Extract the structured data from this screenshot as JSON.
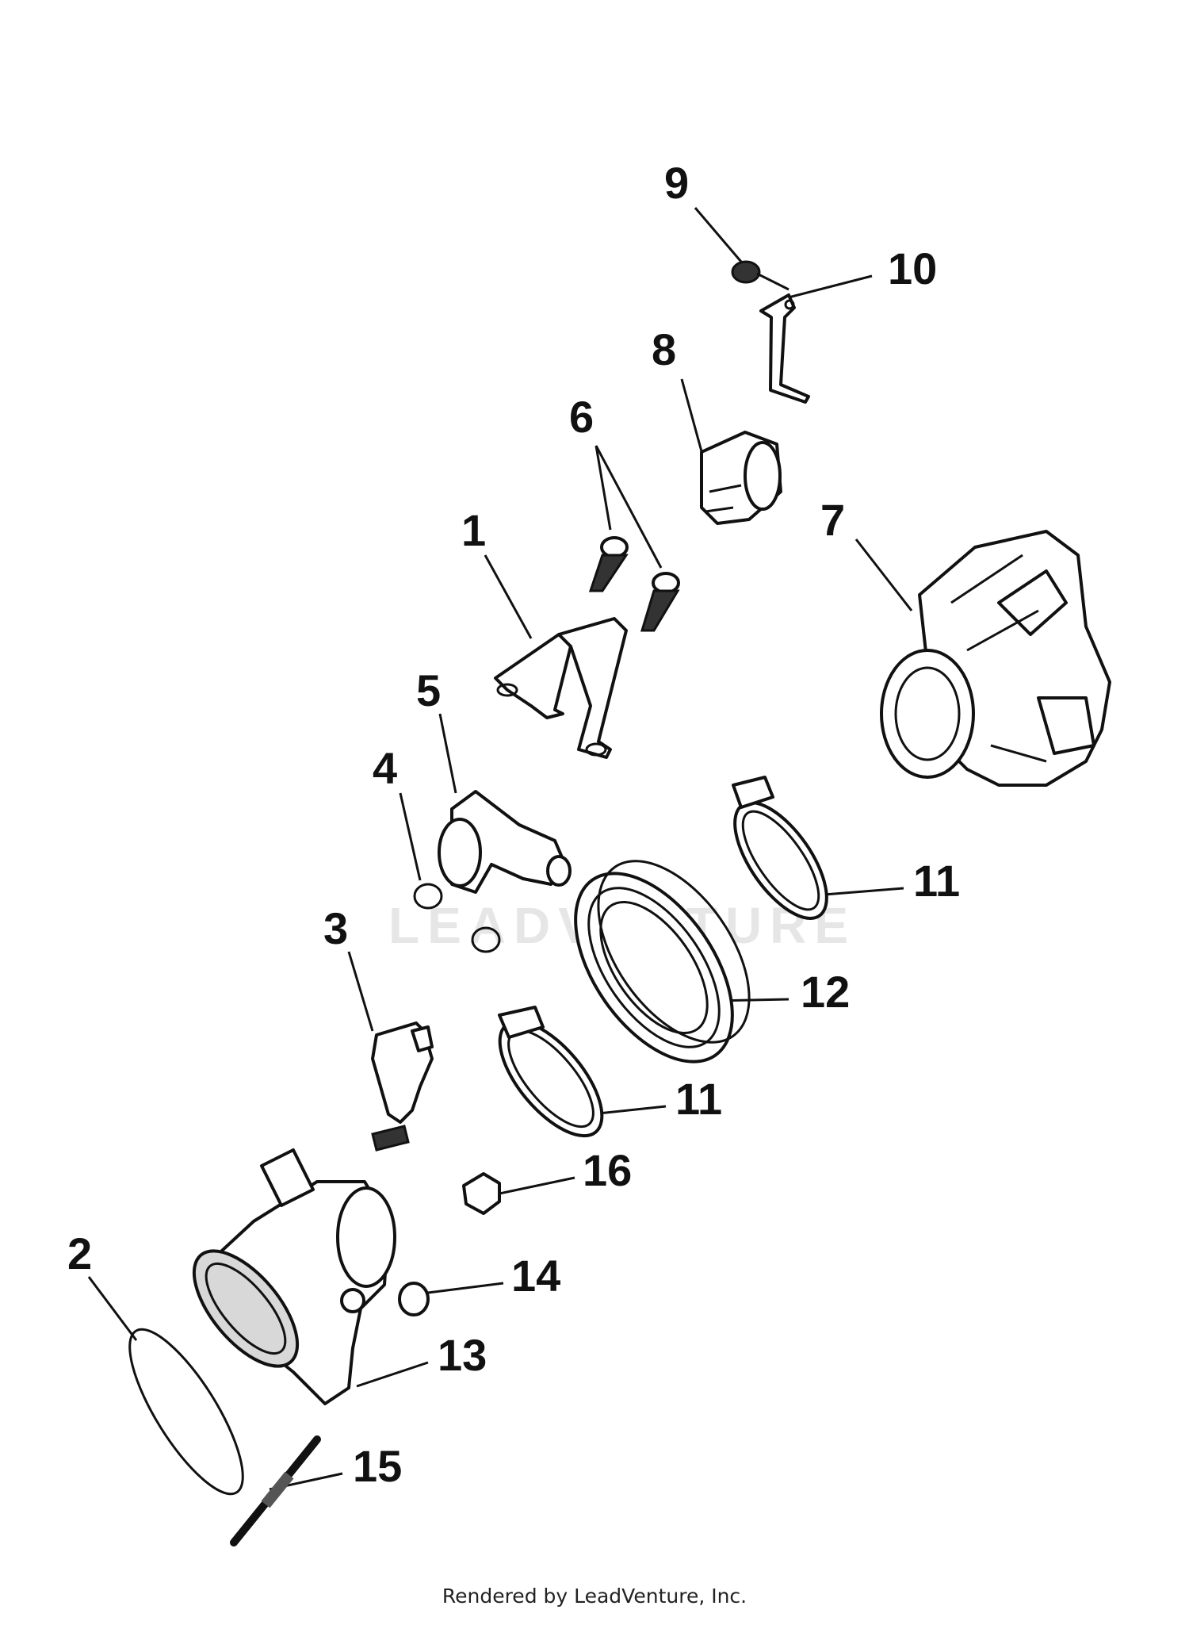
{
  "watermark": "LEADVENTURE",
  "footer": "Rendered by LeadVenture, Inc.",
  "callouts": [
    "1",
    "2",
    "3",
    "4",
    "5",
    "6",
    "7",
    "8",
    "9",
    "10",
    "11",
    "11",
    "12",
    "13",
    "14",
    "15",
    "16"
  ]
}
